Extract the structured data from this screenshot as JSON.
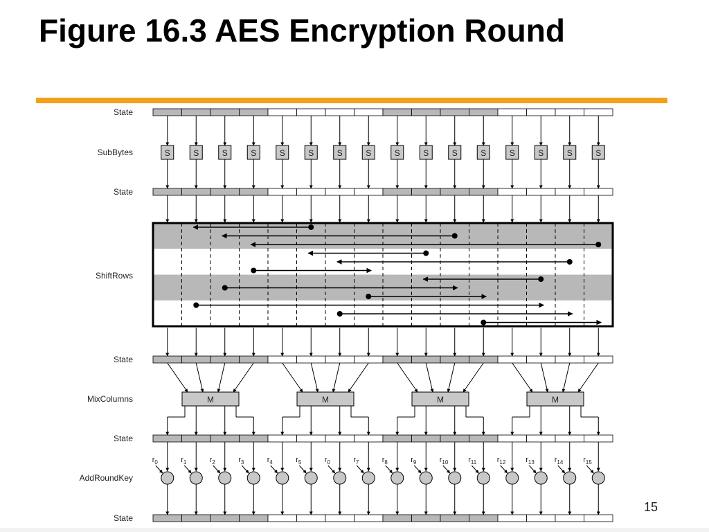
{
  "title": "Figure 16.3 AES Encryption Round",
  "page_number": "15",
  "colors": {
    "accent": "#f5a01a",
    "shaded": "#b8b8b8",
    "light": "#ffffff",
    "stroke": "#000000",
    "box_fill": "#c8c8c8",
    "text": "#222222"
  },
  "rows": {
    "state": "State",
    "subbytes": "SubBytes",
    "shiftrows": "ShiftRows",
    "mixcolumns": "MixColumns",
    "addroundkey": "AddRoundKey"
  },
  "sbox_label": "S",
  "mix_label": "M",
  "round_keys": [
    "r0",
    "r1",
    "r2",
    "r3",
    "r4",
    "r5",
    "r0",
    "r7",
    "r8",
    "r9",
    "r10",
    "r11",
    "r12",
    "r13",
    "r14",
    "r15"
  ]
}
